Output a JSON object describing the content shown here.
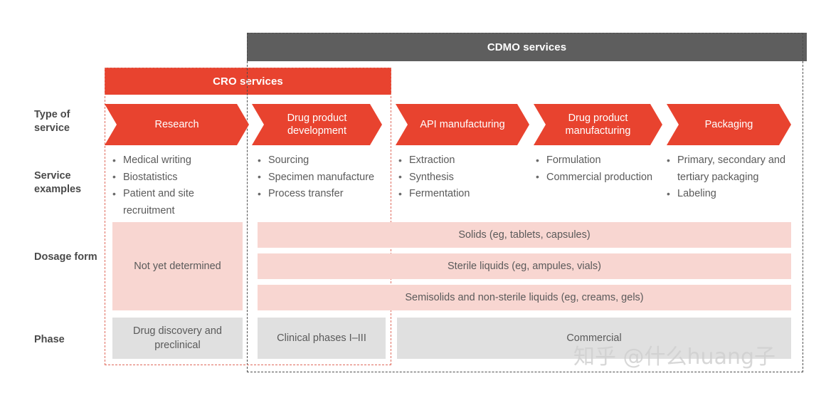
{
  "banners": {
    "cdmo": "CDMO services",
    "cro": "CRO services"
  },
  "row_labels": {
    "type_of_service": "Type of service",
    "service_examples": "Service examples",
    "dosage_form": "Dosage form",
    "phase": "Phase"
  },
  "columns": [
    {
      "id": "research",
      "arrow_label": "Research",
      "examples": [
        "Medical writing",
        "Biostatistics",
        "Patient and site recruitment"
      ]
    },
    {
      "id": "drug-product-development",
      "arrow_label": "Drug product development",
      "examples": [
        "Sourcing",
        "Specimen manufacture",
        "Process transfer"
      ]
    },
    {
      "id": "api-manufacturing",
      "arrow_label": "API manufacturing",
      "examples": [
        "Extraction",
        "Synthesis",
        "Fermentation"
      ]
    },
    {
      "id": "drug-product-manufacturing",
      "arrow_label": "Drug product manufacturing",
      "examples": [
        "Formulation",
        "Commercial production"
      ]
    },
    {
      "id": "packaging",
      "arrow_label": "Packaging",
      "examples": [
        "Primary, secondary and tertiary packaging",
        "Labeling"
      ]
    }
  ],
  "dosage_form": {
    "research": "Not yet determined",
    "solids": "Solids (eg, tablets, capsules)",
    "sterile_liquids": "Sterile liquids (eg, ampules, vials)",
    "semisolids": "Semisolids and non-sterile liquids (eg, creams, gels)"
  },
  "phase": {
    "discovery": "Drug discovery and preclinical",
    "clinical": "Clinical phases I–III",
    "commercial": "Commercial"
  },
  "watermark": "知乎 @什么huang子",
  "colors": {
    "red": "#e8432f",
    "gray_banner": "#5e5e5e",
    "pink_block": "#f8d6d1",
    "gray_block": "#e0e0e0",
    "text_gray": "#5a5a5a",
    "label_gray": "#4a4a4a",
    "cro_dash": "#e06a5c",
    "cdmo_dash": "#4d4d4d"
  }
}
